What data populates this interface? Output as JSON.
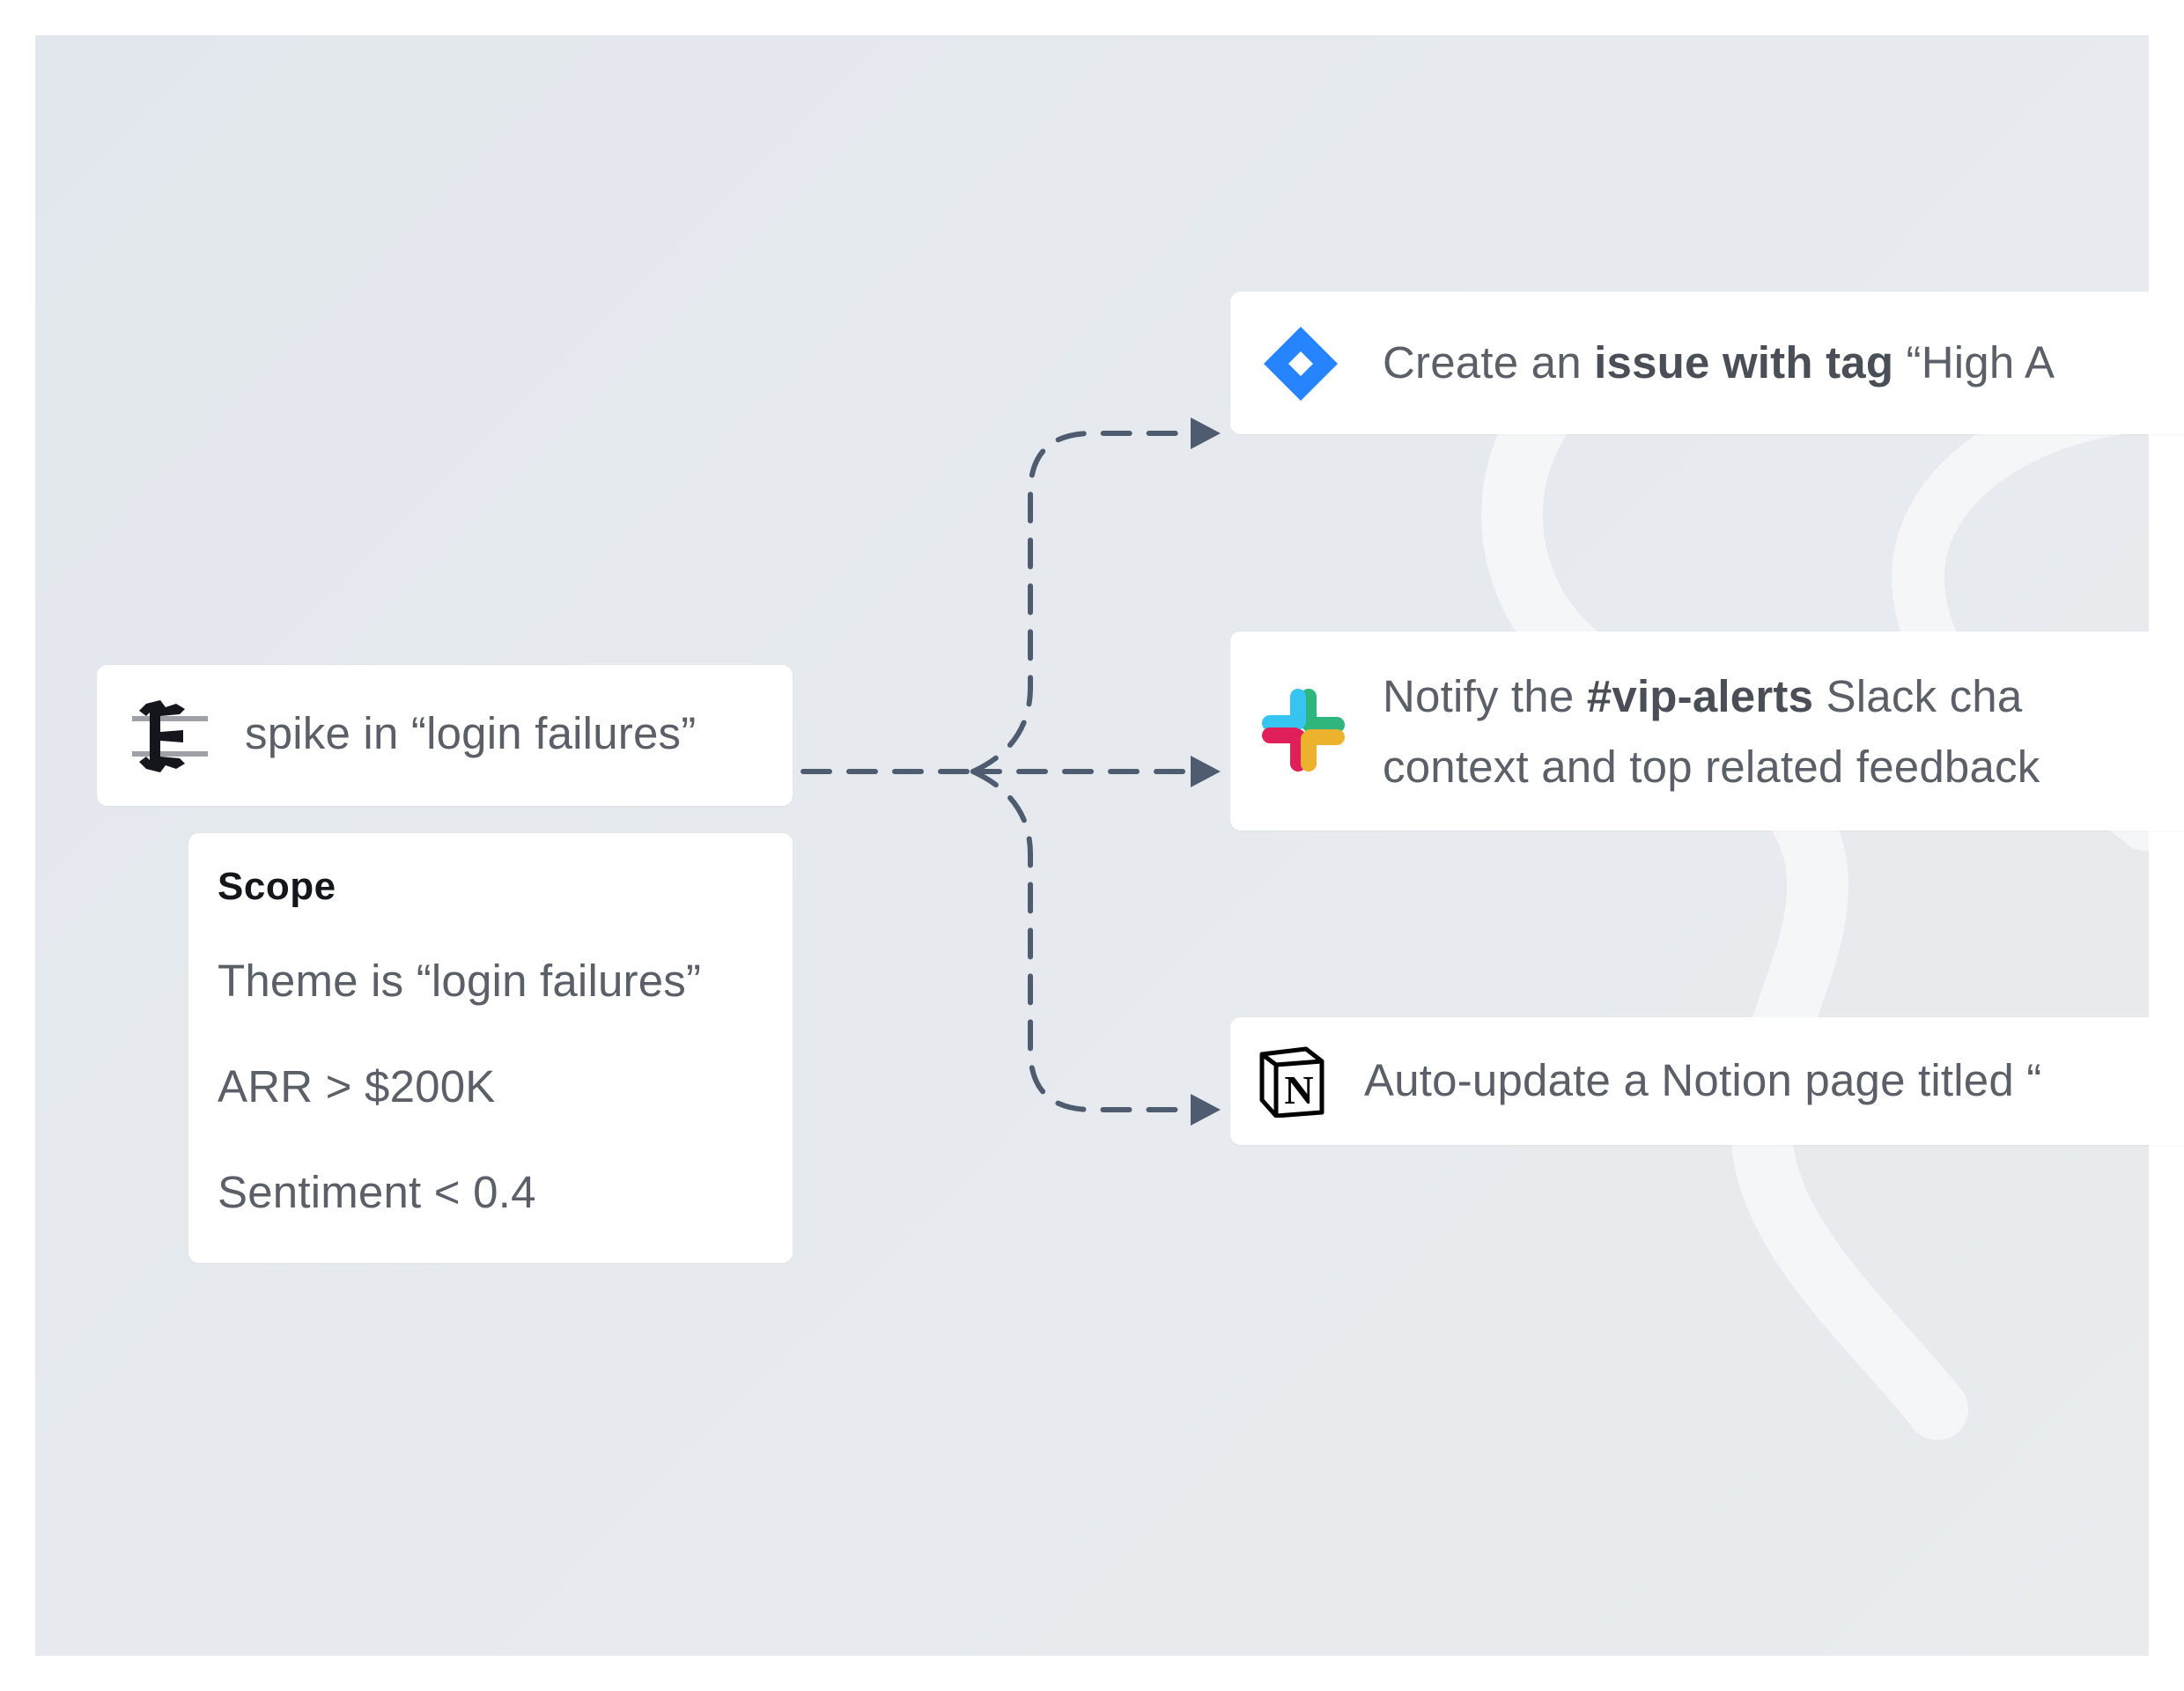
{
  "trigger": {
    "icon": "enterpret-logo-icon",
    "text": "spike in “login failures”"
  },
  "scope": {
    "title": "Scope",
    "conditions": [
      "Theme is “login failures”",
      "ARR > $200K",
      "Sentiment < 0.4"
    ]
  },
  "actions": {
    "jira": {
      "icon": "jira-icon",
      "prefix": "Create an ",
      "bold": "issue with tag",
      "suffix": " “High A"
    },
    "slack": {
      "icon": "slack-icon",
      "line1_prefix": "Notify the ",
      "line1_bold": "#vip-alerts",
      "line1_suffix": " Slack cha",
      "line2": "context and top related feedback"
    },
    "notion": {
      "icon": "notion-icon",
      "text": "Auto-update a Notion page titled “"
    }
  },
  "colors": {
    "connector": "#4f5c70",
    "jira_blue": "#2684ff",
    "slack_blue": "#36c5f0",
    "slack_green": "#2eb67d",
    "slack_red": "#e01e5a",
    "slack_yellow": "#ecb22e"
  }
}
